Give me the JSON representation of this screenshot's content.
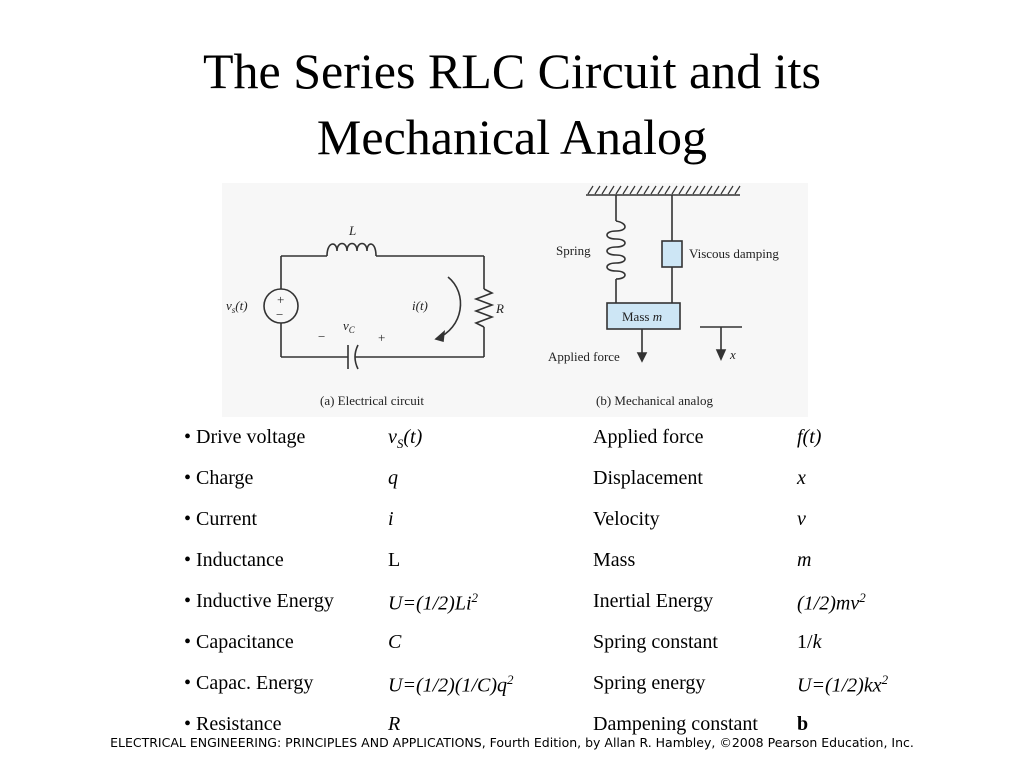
{
  "title": {
    "line1": "The Series RLC Circuit and its",
    "line2": "Mechanical Analog"
  },
  "figure": {
    "circuit": {
      "source_label": "v",
      "source_sub": "s",
      "source_arg": "(t)",
      "source_plus": "+",
      "source_minus": "−",
      "inductor_label": "L",
      "current_label": "i(t)",
      "resistor_label": "R",
      "cap_label": "v",
      "cap_sub": "C",
      "cap_minus": "−",
      "cap_plus": "+",
      "caption": "(a) Electrical circuit"
    },
    "mechanical": {
      "spring_label": "Spring",
      "damper_label": "Viscous damping",
      "mass_label": "Mass",
      "mass_var": "m",
      "force_label": "Applied force",
      "displacement_var": "x",
      "caption": "(b) Mechanical analog"
    },
    "colors": {
      "damper_fill": "#cde6f5",
      "mass_fill": "#cde6f5",
      "line": "#333333"
    }
  },
  "rows": [
    {
      "e_name": "• Drive voltage",
      "e_sym_main": "v",
      "e_sym_sub": "S",
      "e_sym_rest": "(t)",
      "m_name": "Applied force",
      "m_sym": "f(t)"
    },
    {
      "e_name": "• Charge",
      "e_sym": "q",
      "m_name": "Displacement",
      "m_sym": "x"
    },
    {
      "e_name": "• Current",
      "e_sym": "i",
      "m_name": "Velocity",
      "m_sym": "v"
    },
    {
      "e_name": "• Inductance",
      "e_sym": "L",
      "m_name": "Mass",
      "m_sym": "m"
    },
    {
      "e_name": "• Inductive Energy",
      "e_sym_main": "U=(1/2)Li",
      "e_sym_sup": "2",
      "m_name": "Inertial Energy",
      "m_sym_main": "(1/2)mv",
      "m_sym_sup": "2"
    },
    {
      "e_name": "• Capacitance",
      "e_sym": "C",
      "m_name": "Spring constant",
      "m_sym_pre": "1/",
      "m_sym_main": "k"
    },
    {
      "e_name": "• Capac. Energy",
      "e_sym_main": "U=(1/2)(1/C)q",
      "e_sym_sup": "2",
      "m_name": "Spring energy",
      "m_sym_main": "U=(1/2)kx",
      "m_sym_sup": "2"
    },
    {
      "e_name": "• Resistance",
      "e_sym": "R",
      "m_name": "Dampening constant",
      "m_sym": "b"
    }
  ],
  "footer": "ELECTRICAL ENGINEERING: PRINCIPLES AND APPLICATIONS, Fourth Edition, by Allan R. Hambley, ©2008 Pearson Education, Inc."
}
